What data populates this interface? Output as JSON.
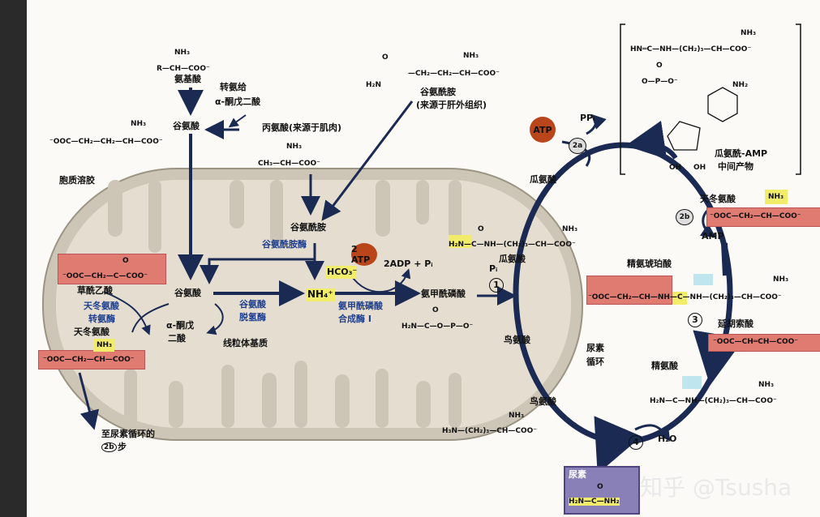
{
  "labels": {
    "amino_acid": "氨基酸",
    "transamination": "转氨给",
    "to_akg": "α-酮戊二酸",
    "glutamate_top": "谷氨酸",
    "glutamate_formula": "⁻OOC—CH₂—CH₂—CH—COO⁻",
    "alanine": "丙氨酸(来源于肌肉)",
    "alanine_formula": "CH₃—CH—COO⁻",
    "glutamine_top": "谷氨酰胺",
    "glutamine_source": "(来源于肝外组织)",
    "cytosol": "胞质溶胶",
    "glutamine_mid": "谷氨酰胺",
    "glutaminase": "谷氨酰胺酶",
    "oxaloacetate_formula": "⁻OOC—CH₂—C—COO⁻",
    "oxaloacetate": "草酰乙酸",
    "aspartate_transaminase_1": "天冬氨酸",
    "aspartate_transaminase_2": "转氨酶",
    "aspartate_left": "天冬氨酸",
    "aspartate_left_formula": "⁻OOC—CH₂—CH—COO⁻",
    "glutamate_mid": "谷氨酸",
    "akg_1": "α-酮戊",
    "akg_2": "二酸",
    "gdh_1": "谷氨酸",
    "gdh_2": "脱氢酶",
    "matrix": "线粒体基质",
    "ammonium": "NH₄⁺",
    "atp_2": "2 ATP",
    "hco3": "HCO₃⁻",
    "adp_pi": "2ADP + Pᵢ",
    "cps_1": "氨甲酰磷酸",
    "cps_2": "合成酶 I",
    "carbamoyl_p": "氨甲酰磷酸",
    "carbamoyl_formula": "H₂N—C—O—P—O⁻",
    "to_step_1": "至尿素循环的",
    "to_step_2": "步",
    "step_2b_ref": "2b",
    "atp_top": "ATP",
    "ppi": "PPᵢ",
    "citrulline_top": "瓜氨酸",
    "citrulline_formula": "H₂N—C—NH—(CH₂)₃—CH—COO⁻",
    "pi": "Pᵢ",
    "citrulline_mid": "瓜氨酸",
    "ornithine_mid": "鸟氨酸",
    "urea_cycle_1": "尿素",
    "urea_cycle_2": "循环",
    "ornithine_bottom": "鸟氨酸",
    "ornithine_formula": "H₃N—(CH₂)₃—CH—COO⁻",
    "cit_amp_formula_1": "HN═C—NH—(CH₂)₃—CH—COO⁻",
    "cit_amp_formula_2": "O—P—O⁻",
    "cit_amp_name": "瓜氨酰-AMP",
    "cit_amp_sub": "中间产物",
    "oh1": "OH",
    "oh2": "OH",
    "aspartate_right": "天冬氨酸",
    "aspartate_right_formula": "⁻OOC—CH₂—CH—COO⁻",
    "amp": "AMP",
    "argininosuccinate": "精氨琥珀酸",
    "argsucc_formula": "⁻OOC—CH₂—CH—NH—C—NH—(CH₂)₃—CH—COO⁻",
    "fumarate": "延胡索酸",
    "fumarate_formula": "⁻OOC—CH═CH—COO⁻",
    "arginine": "精氨酸",
    "arginine_formula": "H₂N—C—NH—(CH₂)₃—CH—COO⁻",
    "water": "H₂O",
    "urea": "尿素",
    "urea_formula": "H₂N—C—NH₂",
    "r_group": "R—CH—COO⁻",
    "amide_n": "H₂N",
    "glutamine_formula": "—CH₂—CH₂—CH—COO⁻",
    "nh3": "NH₃",
    "nh2": "NH₂",
    "o": "O"
  },
  "steps": [
    "1",
    "2a",
    "2b",
    "3",
    "4"
  ],
  "watermark": "知乎 @Tsusha",
  "colors": {
    "arrow": "#1b2a52",
    "mito": "#c7bfb1",
    "red_box": "#e07b72",
    "yellow": "#f1ec6a",
    "atp": "#b9461a",
    "urea_box": "#8a80b8"
  }
}
